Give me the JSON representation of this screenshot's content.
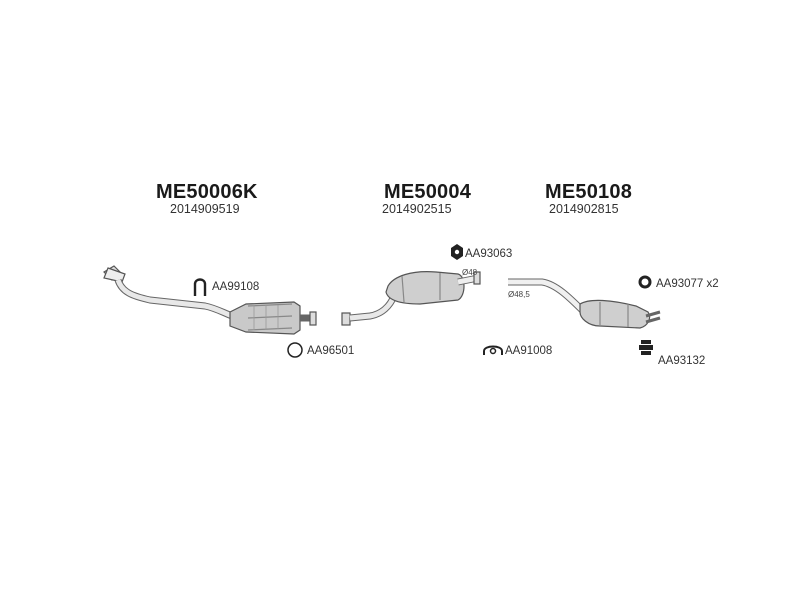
{
  "assemblies": [
    {
      "code": "ME50006K",
      "oem": "2014909519"
    },
    {
      "code": "ME50004",
      "oem": "2014902515"
    },
    {
      "code": "ME50108",
      "oem": "2014902815"
    }
  ],
  "parts": {
    "clamp_1": {
      "ref": "AA99108"
    },
    "ring_1": {
      "ref": "AA96501"
    },
    "mount_1": {
      "ref": "AA93063"
    },
    "clamp_2": {
      "ref": "AA91008"
    },
    "ring_2": {
      "ref": "AA93077",
      "qty": "x2"
    },
    "mount_2": {
      "ref": "AA93132"
    }
  },
  "dimensions": {
    "mid_pipe": "Ø48",
    "rear_pipe": "Ø48,5"
  }
}
